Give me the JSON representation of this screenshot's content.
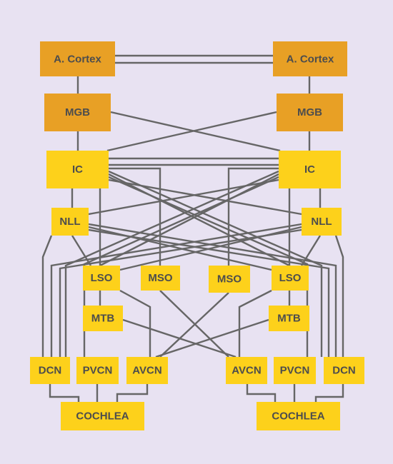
{
  "colors": {
    "background": "#e8e2f2",
    "node_yellow": "#fdd11b",
    "node_orange": "#e8a025",
    "line": "#666666",
    "text": "#4d4d4d"
  },
  "nodes": {
    "cortex_left": "A. Cortex",
    "cortex_right": "A. Cortex",
    "mgb_left": "MGB",
    "mgb_right": "MGB",
    "ic_left": "IC",
    "ic_right": "IC",
    "nll_left": "NLL",
    "nll_right": "NLL",
    "lso_left": "LSO",
    "mso_left": "MSO",
    "mso_right": "MSO",
    "lso_right": "LSO",
    "mtb_left": "MTB",
    "mtb_right": "MTB",
    "dcn_left": "DCN",
    "pvcn_left": "PVCN",
    "avcn_left": "AVCN",
    "avcn_right": "AVCN",
    "pvcn_right": "PVCN",
    "dcn_right": "DCN",
    "cochlea_left": "COCHLEA",
    "cochlea_right": "COCHLEA"
  }
}
